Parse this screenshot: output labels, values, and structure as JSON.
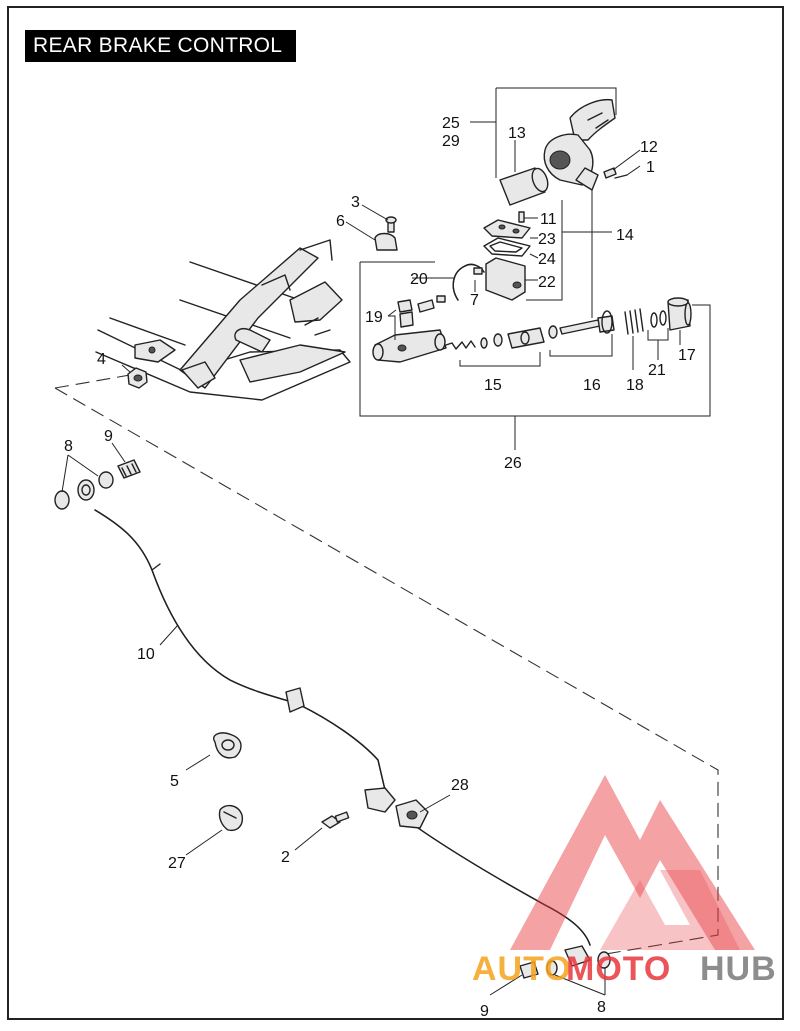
{
  "title": "REAR BRAKE CONTROL",
  "callouts": {
    "c1": "1",
    "c2": "2",
    "c3": "3",
    "c4": "4",
    "c5": "5",
    "c6": "6",
    "c7": "7",
    "c8a": "8",
    "c8b": "8",
    "c9a": "9",
    "c9b": "9",
    "c10": "10",
    "c11": "11",
    "c12": "12",
    "c13": "13",
    "c14": "14",
    "c15": "15",
    "c16": "16",
    "c17": "17",
    "c18": "18",
    "c19": "19",
    "c20": "20",
    "c21": "21",
    "c22": "22",
    "c23": "23",
    "c24": "24",
    "c25": "25",
    "c26": "26",
    "c27": "27",
    "c28": "28",
    "c29": "29"
  },
  "watermark": {
    "text_part1": "AUTO",
    "text_part2": "MOTO",
    "text_part3": "HUB",
    "color_red": "#e8373d",
    "color_orange": "#f4a31c",
    "color_gray": "#7a7a7a"
  }
}
